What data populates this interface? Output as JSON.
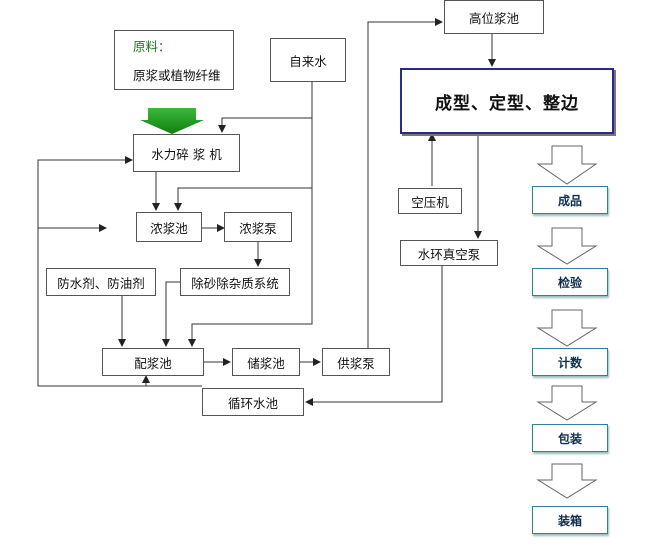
{
  "raw_material": {
    "label": "原料：",
    "text": "原浆或植物纤维"
  },
  "boxes": {
    "tap_water": "自来水",
    "hydropulper": "水力碎 浆 机",
    "thick_pulp_tank": "浓浆池",
    "thick_pulp_pump": "浓浆泵",
    "additives": "防水剂、防油剂",
    "desander": "除砂除杂质系统",
    "mixing_tank": "配浆池",
    "storage_tank": "储浆池",
    "supply_pump": "供浆泵",
    "circulating_tank": "循环水池",
    "high_tank": "高位浆池",
    "forming": "成型、定型、整边",
    "air_compressor": "空压机",
    "vacuum_pump": "水环真空泵"
  },
  "output_steps": [
    "成品",
    "检验",
    "计数",
    "包装",
    "装箱"
  ],
  "colors": {
    "feed_arrow": "#1a9a1a",
    "forming_border": "#2a2a8a",
    "step_border": "#2f7f9f"
  }
}
